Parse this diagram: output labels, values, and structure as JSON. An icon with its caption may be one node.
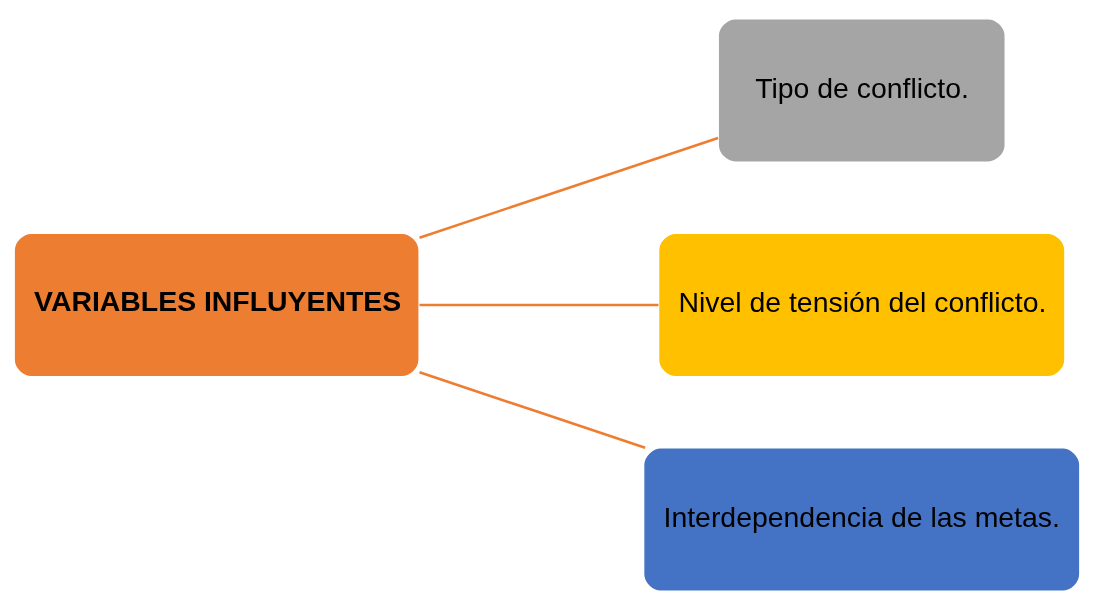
{
  "diagram": {
    "nodes": [
      {
        "text": [
          "VARIABLES INFLUYENTES"
        ]
      },
      {
        "text": [
          "Tipo de conflicto."
        ]
      },
      {
        "text": [
          "Nivel de tensión del conflicto."
        ]
      },
      {
        "text": [
          "Interdependencia de las metas."
        ]
      }
    ],
    "edges": [
      {
        "from": 0,
        "to": 1,
        "arrow": "none"
      },
      {
        "from": 0,
        "to": 2,
        "arrow": "none"
      },
      {
        "from": 0,
        "to": 3,
        "arrow": "none"
      }
    ]
  }
}
